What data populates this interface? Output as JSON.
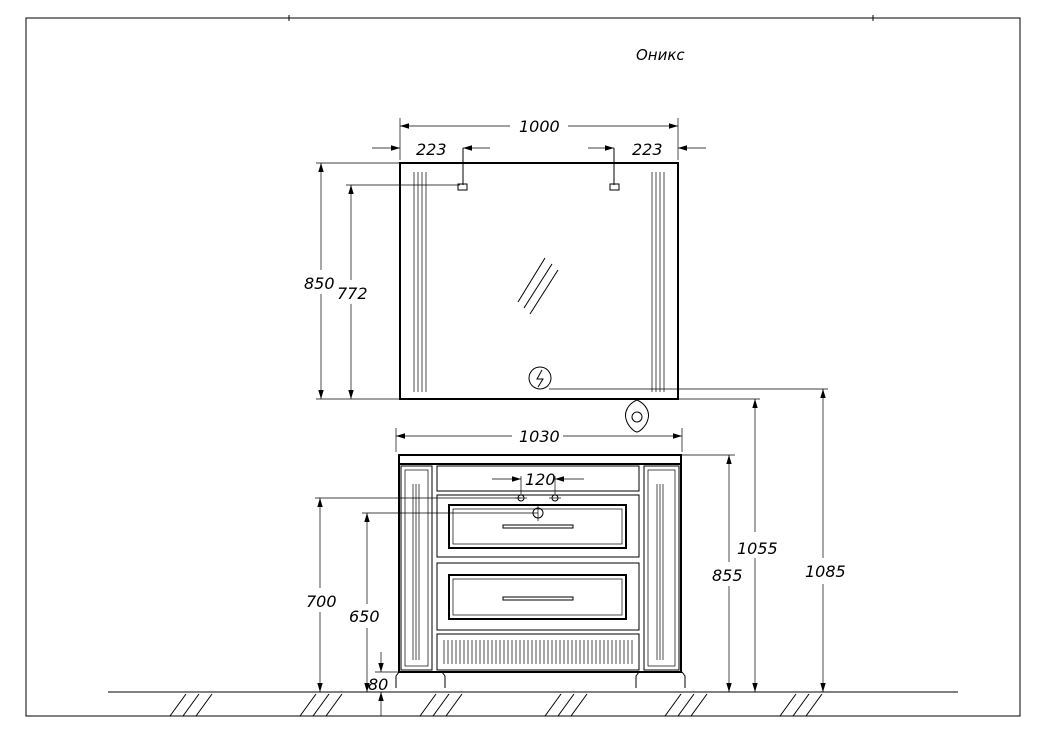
{
  "title": "Оникс",
  "dimensions": {
    "mirror_width": "1000",
    "hook_offset_left": "223",
    "hook_offset_right": "223",
    "mirror_height": "850",
    "hook_height": "772",
    "cabinet_width": "1030",
    "faucet_spacing": "120",
    "drain_height_700": "700",
    "drain_height_650": "650",
    "leg_height": "80",
    "cabinet_height": "855",
    "mirror_bottom": "1055",
    "socket_height": "1085"
  },
  "icons": {
    "socket": "electric-socket-icon",
    "water": "water-outlet-icon"
  }
}
